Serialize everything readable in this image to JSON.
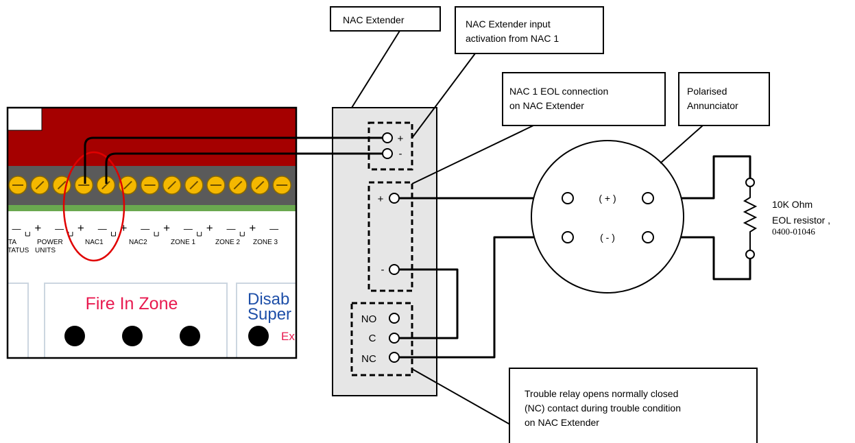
{
  "callouts": {
    "nac_extender": "NAC Extender",
    "input_activation": [
      "NAC Extender input",
      "activation from NAC  1"
    ],
    "eol_connection": [
      "NAC  1 EOL connection",
      "on NAC Extender"
    ],
    "polarised_annunciator": [
      "Polarised",
      "Annunciator"
    ],
    "trouble_relay": [
      "Trouble relay opens normally closed",
      "(NC) contact during trouble condition",
      "on NAC Extender"
    ]
  },
  "panel": {
    "terminal_labels": [
      "TA",
      "TATUS",
      "POWER",
      "UNITS",
      "NAC1",
      "NAC2",
      "ZONE 1",
      "ZONE 2",
      "ZONE 3"
    ],
    "polarity": [
      "—",
      "+",
      "—",
      "+",
      "—",
      "+",
      "—",
      "+",
      "—",
      "+",
      "—",
      "+",
      "—",
      "+"
    ],
    "fire_in_zone": "Fire In Zone",
    "disable_line1": "Disab",
    "disable_line2": "Super",
    "ex_text": "Ex"
  },
  "extender": {
    "input_plus": "+",
    "input_minus": "-",
    "eol_plus": "+",
    "eol_minus": "-",
    "relay_no": "NO",
    "relay_c": "C",
    "relay_nc": "NC"
  },
  "annunciator": {
    "plus_label": "( + )",
    "minus_label": "( - )"
  },
  "resistor": {
    "label_line1": "10K Ohm",
    "label_line2": "EOL resistor ,",
    "part_number": "0400-01046"
  },
  "colors": {
    "panel_red": "#a50000",
    "terminal_strip": "#5a5a5a",
    "screw_yellow": "#f5b800",
    "green_strip": "#6aa84f",
    "fire_text": "#e8194f",
    "disable_text": "#1e4fa8",
    "extender_fill": "#e6e6e6",
    "highlight_ellipse": "#e00000"
  }
}
